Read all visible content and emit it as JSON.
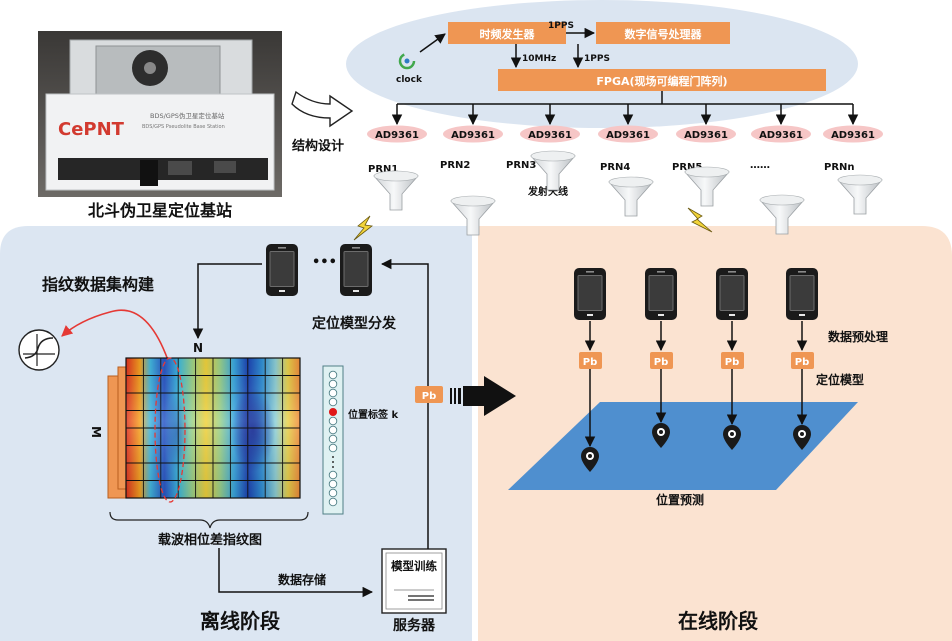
{
  "colors": {
    "ellipse_fill": "#dbe5f1",
    "orange": "#ef9653",
    "ad_pink": "#f6c6c6",
    "left_panel": "#dce6f2",
    "right_panel": "#fbe3d1",
    "plane": "#4f8fcf",
    "fp_border": "#d2762f"
  },
  "station": {
    "caption": "北斗伪卫星定位基站",
    "brand": "CePNT",
    "title": "BDS/GPS伪卫星定位基站",
    "subtitle": "BDS/GPS Pseudolite Base Station"
  },
  "structure_label": "结构设计",
  "hardware": {
    "clock": "clock",
    "timing_gen": "时频发生器",
    "dsp": "数字信号处理器",
    "fpga": "FPGA(现场可编程门阵列)",
    "pps_top": "1PPS",
    "tenmhz": "10MHz",
    "pps_mid": "1PPS"
  },
  "ad_labels": [
    "AD9361",
    "AD9361",
    "AD9361",
    "AD9361",
    "AD9361",
    "AD9361",
    "AD9361"
  ],
  "prn_labels": [
    "PRN1",
    "PRN2",
    "PRN3",
    "PRN4",
    "PRN5",
    "……",
    "PRNn"
  ],
  "antenna_label": "发射天线",
  "offline": {
    "title": "离线阶段",
    "fingerprint_build": "指纹数据集构建",
    "distribute": "定位模型分发",
    "N": "N",
    "M": "M",
    "position_label": "位置标签 k",
    "phase_map": "载波相位差指纹图",
    "storage": "数据存储",
    "model_train": "模型训练",
    "server": "服务器",
    "ellipsis": "•••",
    "pb": "Pb"
  },
  "online": {
    "title": "在线阶段",
    "preprocess": "数据预处理",
    "model": "定位模型",
    "predict": "位置预测",
    "pb": "Pb"
  }
}
